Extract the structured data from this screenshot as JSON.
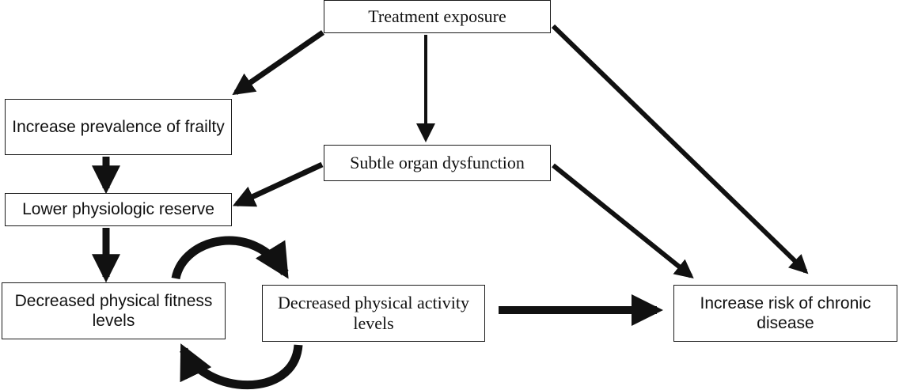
{
  "diagram": {
    "nodes": {
      "treatment": "Treatment exposure",
      "frailty": "Increase prevalence of frailty",
      "subtle": "Subtle organ dysfunction",
      "reserve": "Lower physiologic reserve",
      "fitness": "Decreased physical fitness levels",
      "activity": "Decreased physical activity levels",
      "chronic": "Increase risk of chronic disease"
    },
    "edges": [
      {
        "from": "treatment",
        "to": "frailty"
      },
      {
        "from": "treatment",
        "to": "subtle"
      },
      {
        "from": "treatment",
        "to": "chronic"
      },
      {
        "from": "frailty",
        "to": "reserve"
      },
      {
        "from": "subtle",
        "to": "reserve"
      },
      {
        "from": "subtle",
        "to": "chronic"
      },
      {
        "from": "reserve",
        "to": "fitness"
      },
      {
        "from": "fitness",
        "to": "activity",
        "style": "curved"
      },
      {
        "from": "activity",
        "to": "fitness",
        "style": "curved"
      },
      {
        "from": "activity",
        "to": "chronic"
      }
    ],
    "colors": {
      "stroke": "#111111",
      "box_border": "#1a1a1a",
      "background": "#ffffff"
    }
  }
}
